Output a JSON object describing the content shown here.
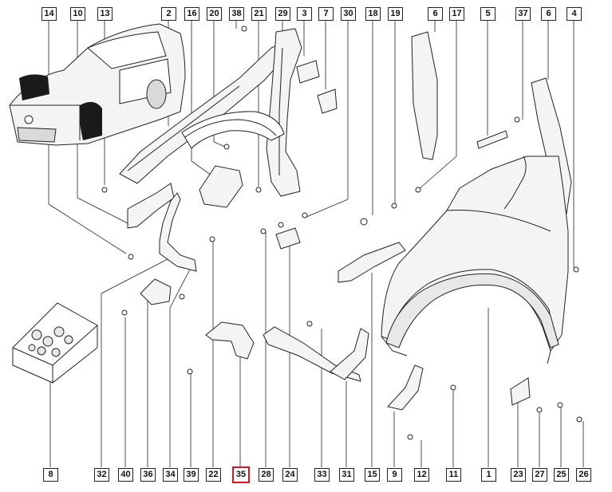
{
  "top_labels": [
    {
      "id": "14",
      "name": "top-ref-14"
    },
    {
      "id": "10",
      "name": "top-ref-10"
    },
    {
      "id": "13",
      "name": "top-ref-13"
    },
    {
      "id": "2",
      "name": "top-ref-2"
    },
    {
      "id": "16",
      "name": "top-ref-16"
    },
    {
      "id": "20",
      "name": "top-ref-20"
    },
    {
      "id": "38",
      "name": "top-ref-38"
    },
    {
      "id": "21",
      "name": "top-ref-21"
    },
    {
      "id": "29",
      "name": "top-ref-29"
    },
    {
      "id": "3",
      "name": "top-ref-3"
    },
    {
      "id": "7",
      "name": "top-ref-7"
    },
    {
      "id": "30",
      "name": "top-ref-30"
    },
    {
      "id": "18",
      "name": "top-ref-18"
    },
    {
      "id": "19",
      "name": "top-ref-19"
    },
    {
      "id": "6",
      "name": "top-ref-6-left"
    },
    {
      "id": "17",
      "name": "top-ref-17"
    },
    {
      "id": "5",
      "name": "top-ref-5"
    },
    {
      "id": "37",
      "name": "top-ref-37"
    },
    {
      "id": "6",
      "name": "top-ref-6-right"
    },
    {
      "id": "4",
      "name": "top-ref-4"
    }
  ],
  "bottom_labels": [
    {
      "id": "8",
      "name": "bottom-ref-8"
    },
    {
      "id": "32",
      "name": "bottom-ref-32"
    },
    {
      "id": "40",
      "name": "bottom-ref-40"
    },
    {
      "id": "36",
      "name": "bottom-ref-36"
    },
    {
      "id": "34",
      "name": "bottom-ref-34"
    },
    {
      "id": "39",
      "name": "bottom-ref-39"
    },
    {
      "id": "22",
      "name": "bottom-ref-22"
    },
    {
      "id": "35",
      "name": "bottom-ref-35"
    },
    {
      "id": "28",
      "name": "bottom-ref-28"
    },
    {
      "id": "24",
      "name": "bottom-ref-24"
    },
    {
      "id": "33",
      "name": "bottom-ref-33"
    },
    {
      "id": "31",
      "name": "bottom-ref-31"
    },
    {
      "id": "15",
      "name": "bottom-ref-15"
    },
    {
      "id": "9",
      "name": "bottom-ref-9"
    },
    {
      "id": "12",
      "name": "bottom-ref-12"
    },
    {
      "id": "11",
      "name": "bottom-ref-11"
    },
    {
      "id": "1",
      "name": "bottom-ref-1"
    },
    {
      "id": "23",
      "name": "bottom-ref-23"
    },
    {
      "id": "27",
      "name": "bottom-ref-27"
    },
    {
      "id": "25",
      "name": "bottom-ref-25"
    },
    {
      "id": "26",
      "name": "bottom-ref-26"
    }
  ],
  "selected_part": "35",
  "colors": {
    "line": "#222222",
    "highlight": "#e0121d",
    "fill_light": "#f4f4f4",
    "fill_mid": "#d9d9d9",
    "car_dark": "#1a1a1a"
  }
}
